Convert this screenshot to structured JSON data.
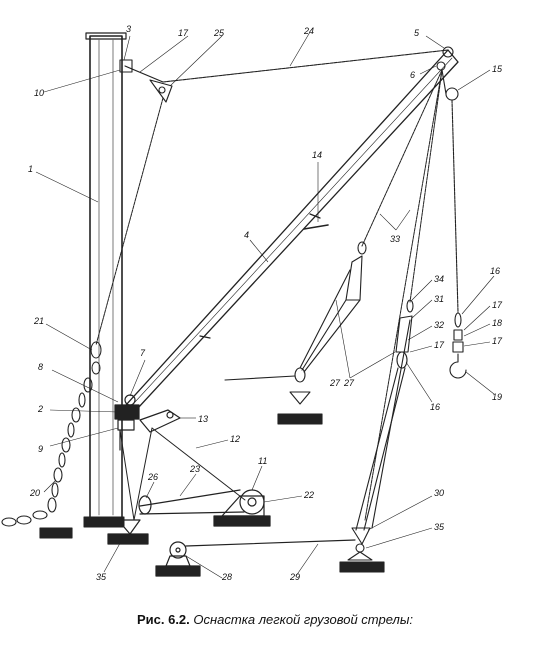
{
  "figure": {
    "caption_label": "Рис. 6.2.",
    "caption_text": "Оснастка легкой грузовой стрелы:"
  },
  "labels": [
    "1",
    "2",
    "3",
    "4",
    "5",
    "6",
    "7",
    "8",
    "9",
    "10",
    "11",
    "12",
    "13",
    "14",
    "15",
    "16",
    "16",
    "17",
    "17",
    "17",
    "17",
    "18",
    "19",
    "20",
    "21",
    "22",
    "23",
    "24",
    "25",
    "26",
    "27",
    "27",
    "28",
    "29",
    "30",
    "31",
    "32",
    "33",
    "34",
    "35",
    "35"
  ]
}
